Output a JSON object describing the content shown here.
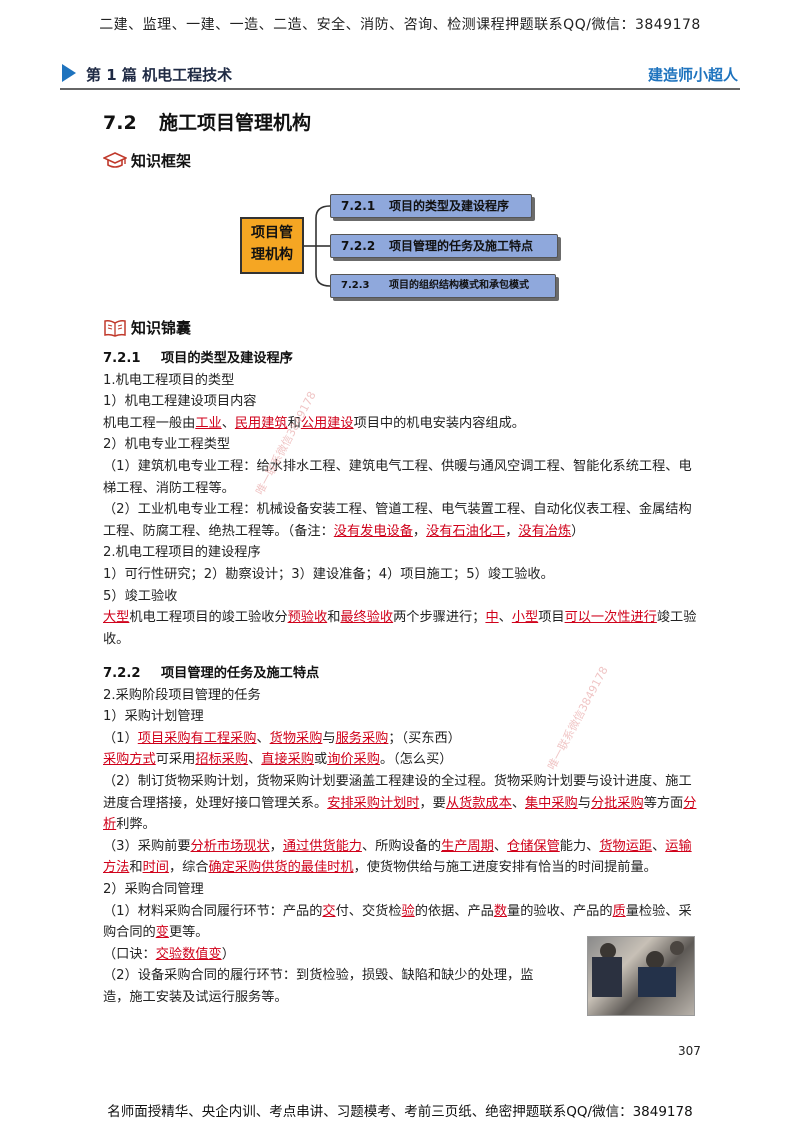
{
  "top_banner": "二建、监理、一建、一造、二造、安全、消防、咨询、检测课程押题联系QQ/微信：3849178",
  "chapter": {
    "title": "第 1 篇  机电工程技术",
    "brand": "建造师小超人"
  },
  "section": {
    "number": "7.2",
    "title": "施工项目管理机构"
  },
  "framework_heading": "知识框架",
  "mindmap": {
    "root": [
      "项目管",
      "理机构"
    ],
    "branches": [
      {
        "num": "7.2.1",
        "label": "项目的类型及建设程序"
      },
      {
        "num": "7.2.2",
        "label": "项目管理的任务及施工特点"
      },
      {
        "num": "7.2.3",
        "label": "项目的组织结构模式和承包模式"
      }
    ]
  },
  "pouch_heading": "知识锦囊",
  "s721": {
    "num": "7.2.1",
    "title": "项目的类型及建设程序",
    "l1": "1.机电工程项目的类型",
    "l2": "1）机电工程建设项目内容",
    "l3": {
      "a": "机电工程一般由",
      "b": "工业",
      "c": "、",
      "d": "民用建筑",
      "e": "和",
      "f": "公用建设",
      "g": "项目中的机电安装内容组成。"
    },
    "l4": "2）机电专业工程类型",
    "l5": "（1）建筑机电专业工程：给水排水工程、建筑电气工程、供暖与通风空调工程、智能化系统工程、电梯工程、消防工程等。",
    "l6": {
      "a": "（2）工业机电专业工程：机械设备安装工程、管道工程、电气装置工程、自动化仪表工程、金属结构工程、防腐工程、绝热工程等。（备注：",
      "b": "没有发电设备",
      "c": "，",
      "d": "没有石油化工",
      "e": "，",
      "f": "没有冶炼",
      "g": "）"
    },
    "l7": "2.机电工程项目的建设程序",
    "l8": "1）可行性研究；2）勘察设计；3）建设准备；4）项目施工；5）竣工验收。",
    "l9": "5）竣工验收",
    "l10": {
      "a": "大型",
      "b": "机电工程项目的竣工验收分",
      "c": "预验收",
      "d": "和",
      "e": "最终验收",
      "f": "两个步骤进行；",
      "g": "中",
      "h": "、",
      "i": "小型",
      "j": "项目",
      "k": "可以一次性进行",
      "l": "竣工验收。"
    }
  },
  "s722": {
    "num": "7.2.2",
    "title": "项目管理的任务及施工特点",
    "l1": "2.采购阶段项目管理的任务",
    "l2": "1）采购计划管理",
    "l3": {
      "a": "（1）",
      "b": "项目采购有工程采购",
      "c": "、",
      "d": "货物采购",
      "e": "与",
      "f": "服务采购",
      "g": "；（买东西）"
    },
    "l4": {
      "a": "采购方式",
      "b": "可采用",
      "c": "招标采购",
      "d": "、",
      "e": "直接采购",
      "f": "或",
      "g": "询价采购",
      "h": "。（怎么买）"
    },
    "l5": {
      "a": "（2）制订货物采购计划，货物采购计划要涵盖工程建设的全过程。货物采购计划要与设计进度、施工进度合理搭接，处理好接口管理关系。",
      "b": "安排采购计划时",
      "c": "，要",
      "d": "从货款成本",
      "e": "、",
      "f": "集中采购",
      "g": "与",
      "h": "分批采购",
      "i": "等方面",
      "j": "分析",
      "k": "利弊。"
    },
    "l6": {
      "a": "（3）采购前要",
      "b": "分析市场现状",
      "c": "，",
      "d": "通过供货能力",
      "e": "、所购设备的",
      "f": "生产周期",
      "g": "、",
      "h": "仓储保管",
      "i": "能力、",
      "j": "货物运距",
      "k": "、",
      "l": "运输方法",
      "m": "和",
      "n": "时间",
      "o": "，综合",
      "p": "确定采购供货的最佳时机",
      "q": "，使货物供给与施工进度安排有恰当的时间提前量。"
    },
    "l7": "2）采购合同管理",
    "l8": {
      "a": "（1）材料采购合同履行环节：产品的",
      "b": "交",
      "c": "付、交货检",
      "d": "验",
      "e": "的依据、产品",
      "f": "数",
      "g": "量的验收、产品的",
      "h": "质",
      "i": "量检验、采购合同的",
      "j": "变",
      "k": "更等。"
    },
    "l9": {
      "a": "（口诀：",
      "b": "交验数值变",
      "c": "）"
    },
    "l10": "（2）设备采购合同的履行环节：到货检验，损毁、缺陷和缺少的处理，监造，施工安装及试运行服务等。"
  },
  "page_number": "307",
  "footer": "名师面授精华、央企内训、考点串讲、习题模考、考前三页纸、绝密押题联系QQ/微信：3849178"
}
